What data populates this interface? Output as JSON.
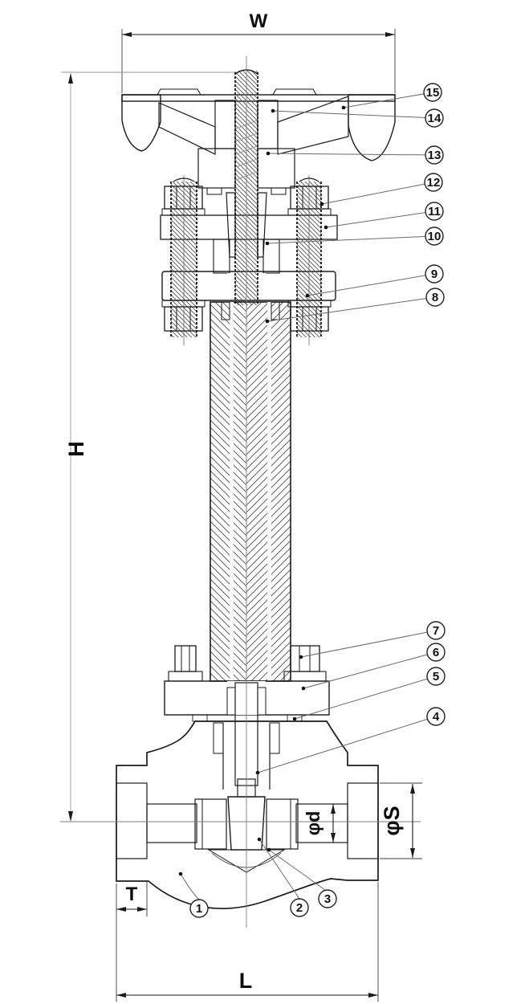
{
  "dimensions": {
    "w": "W",
    "h": "H",
    "l": "L",
    "t": "T",
    "bore_diameter": "φd",
    "socket_diameter": "φS"
  },
  "callouts": {
    "labels": [
      "1",
      "2",
      "3",
      "4",
      "5",
      "6",
      "7",
      "8",
      "9",
      "10",
      "11",
      "12",
      "13",
      "14",
      "15"
    ]
  },
  "colors": {
    "line": "#1a1a1a",
    "hatch": "#4d4d4d",
    "dim_gray": "#9a9a9a",
    "background": "#ffffff"
  }
}
